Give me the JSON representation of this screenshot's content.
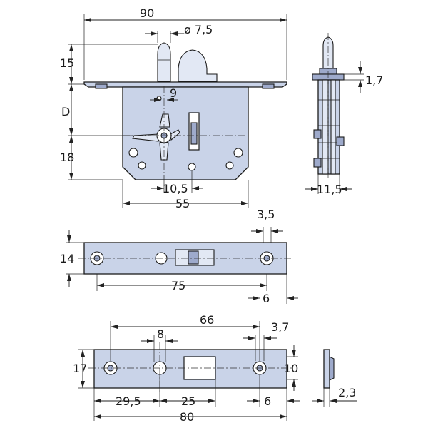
{
  "drawing": {
    "main_lock": {
      "width_overall": "90",
      "pin_diameter": "ø 7,5",
      "pin_height": "15",
      "backset": "D",
      "lower_offset": "18",
      "follower_width": "9",
      "keyhole_offset": "10,5",
      "case_width": "55"
    },
    "side_view": {
      "faceplate_thickness": "1,7",
      "case_depth": "11,5"
    },
    "face_plate": {
      "height": "14",
      "screw_offset": "3,5",
      "hole_spacing": "75",
      "end_offset": "6"
    },
    "strike_plate": {
      "hole_spacing": "66",
      "offset_8": "8",
      "edge_3_7": "3,7",
      "height": "17",
      "slot_height": "10",
      "offset_29_5": "29,5",
      "slot_width": "25",
      "end_offset": "6",
      "length": "80",
      "thickness": "2,3"
    }
  }
}
